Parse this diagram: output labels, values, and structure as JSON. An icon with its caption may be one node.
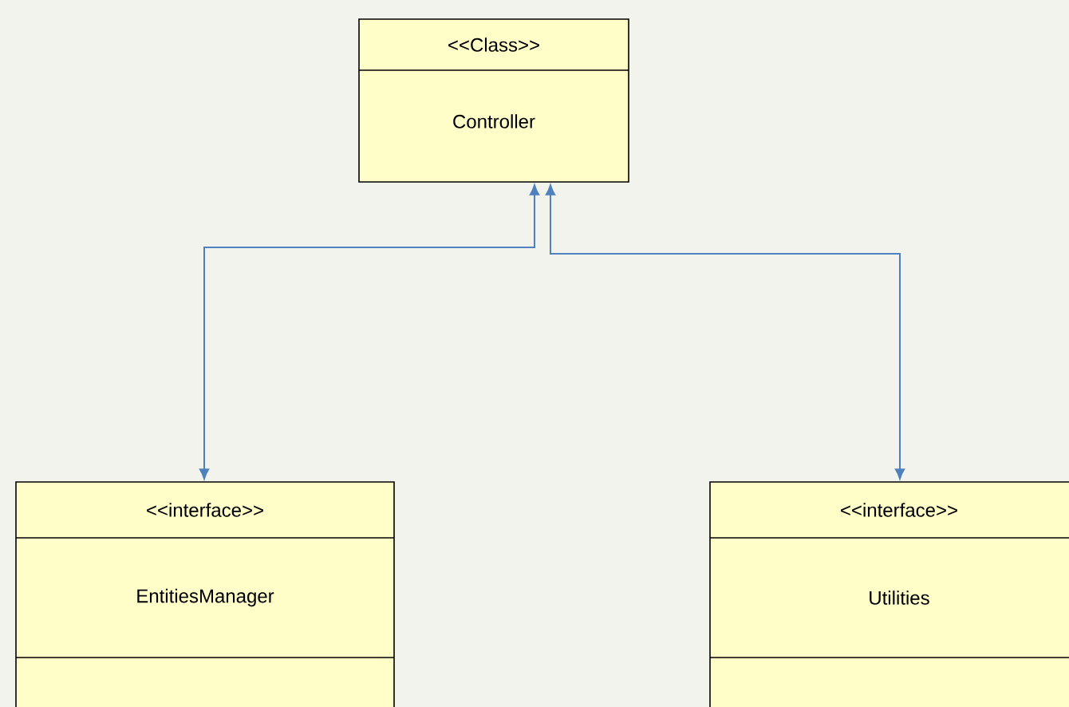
{
  "diagram": {
    "nodes": [
      {
        "text": [
          "<<Class>>",
          "Controller"
        ]
      },
      {
        "text": [
          "<<interface>>",
          "EntitiesManager"
        ]
      },
      {
        "text": [
          "<<interface>>",
          "Utilities"
        ]
      }
    ],
    "edges": [
      {
        "from": 0,
        "to": 1,
        "arrow": "both"
      },
      {
        "from": 0,
        "to": 2,
        "arrow": "both"
      }
    ]
  }
}
